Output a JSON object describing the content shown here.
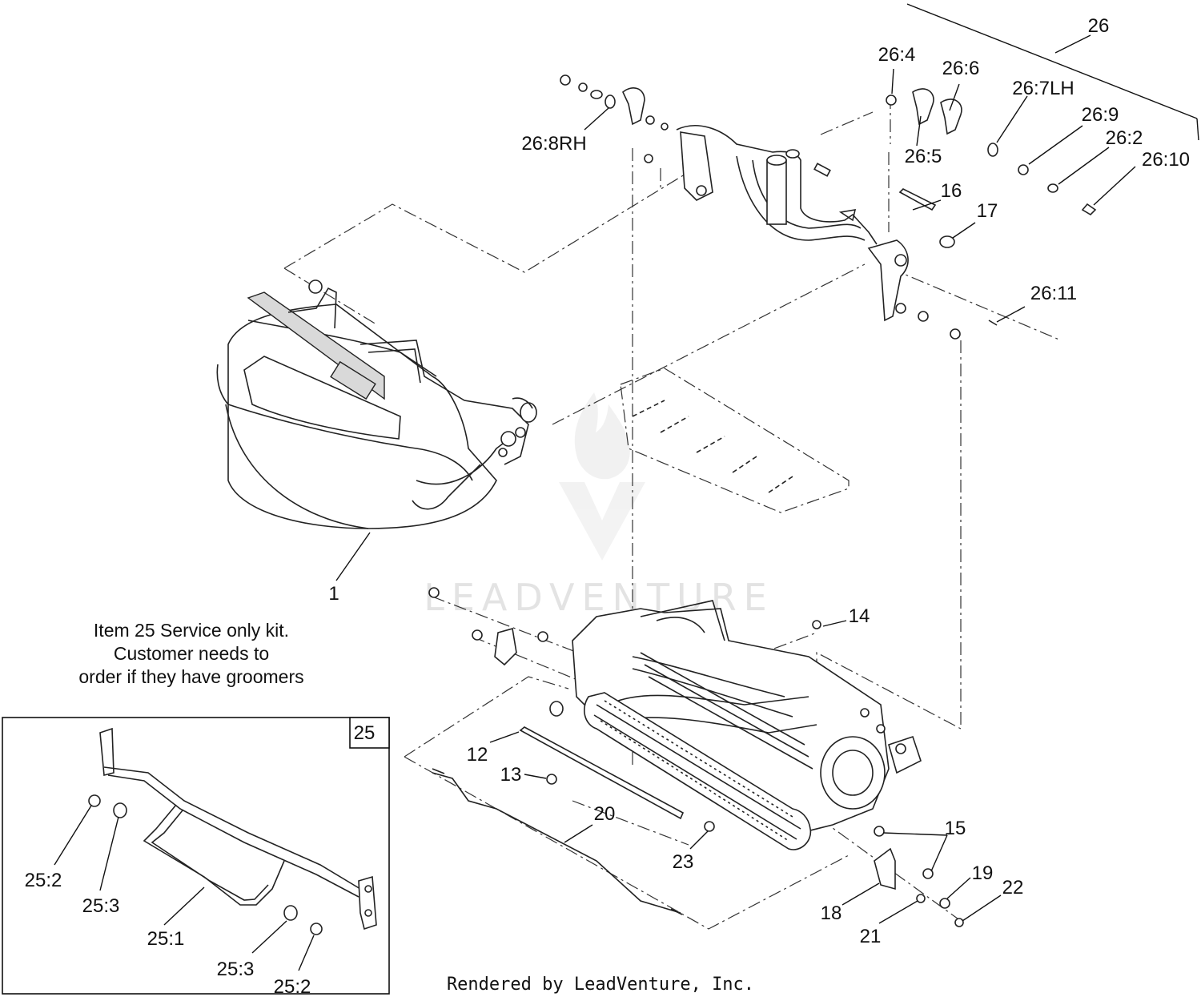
{
  "watermark": {
    "text": "LEADVENTURE"
  },
  "footer": {
    "text": "Rendered by LeadVenture, Inc."
  },
  "note": {
    "line1": "Item 25 Service only kit.",
    "line2": "Customer needs to",
    "line3": "order if they have groomers"
  },
  "kit_box": {
    "label": "25"
  },
  "callouts": {
    "c1": "1",
    "c12": "12",
    "c13": "13",
    "c14": "14",
    "c15": "15",
    "c16": "16",
    "c17": "17",
    "c18": "18",
    "c19": "19",
    "c20": "20",
    "c21": "21",
    "c22": "22",
    "c23": "23",
    "c26": "26",
    "c26_2": "26:2",
    "c26_4": "26:4",
    "c26_5": "26:5",
    "c26_6": "26:6",
    "c26_7": "26:7LH",
    "c26_8": "26:8RH",
    "c26_9": "26:9",
    "c26_10": "26:10",
    "c26_11": "26:11",
    "c25_1": "25:1",
    "c25_2a": "25:2",
    "c25_2b": "25:2",
    "c25_3a": "25:3",
    "c25_3b": "25:3"
  },
  "colors": {
    "line": "#222222",
    "watermark": "#e3e3e3",
    "fill": "#d9d9d9"
  }
}
